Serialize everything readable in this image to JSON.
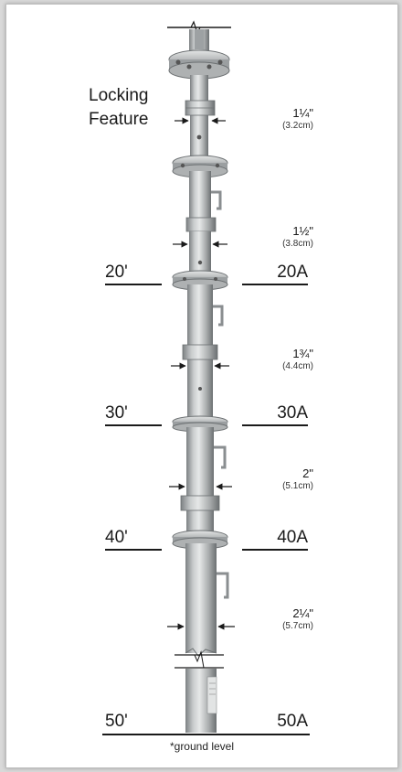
{
  "feature_label": [
    "Locking",
    "Feature"
  ],
  "sections": [
    {
      "in": "1¼\"",
      "cm": "(3.2cm)"
    },
    {
      "in": "1½\"",
      "cm": "(3.8cm)"
    },
    {
      "in": "1¾\"",
      "cm": "(4.4cm)"
    },
    {
      "in": "2\"",
      "cm": "(5.1cm)"
    },
    {
      "in": "2¼\"",
      "cm": "(5.7cm)"
    }
  ],
  "levels": [
    {
      "left": "20'",
      "right": "20A"
    },
    {
      "left": "30'",
      "right": "30A"
    },
    {
      "left": "40'",
      "right": "40A"
    },
    {
      "left": "50'",
      "right": "50A"
    }
  ],
  "ground_note": "*ground level",
  "colors": {
    "metal_light": "#d2d4d4",
    "metal_mid": "#a8abac",
    "metal_dark": "#6f7375",
    "line": "#1a1a1a"
  }
}
